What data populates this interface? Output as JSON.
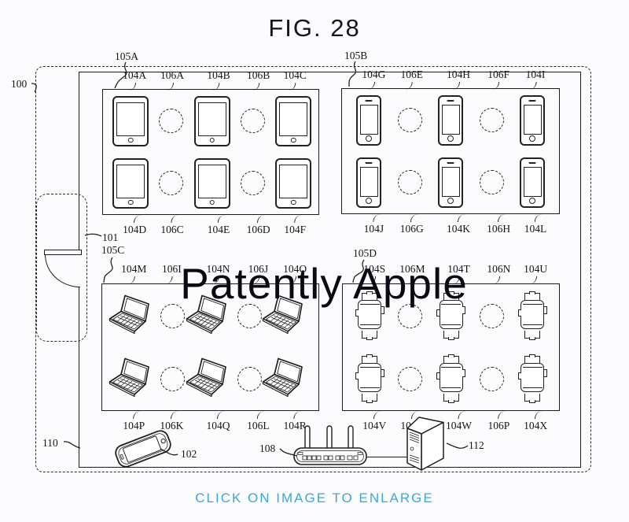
{
  "figure": {
    "title": "FIG. 28"
  },
  "watermark": "Patently Apple",
  "caption": "CLICK ON IMAGE TO ENLARGE",
  "labels": {
    "outer_boundary": "100",
    "door_region": "101",
    "room": "110",
    "companion_phone": "102",
    "router": "108",
    "host_computer": "112"
  },
  "groups": [
    {
      "id": "105A",
      "device": "tablet",
      "top_labels": [
        "104A",
        "106A",
        "104B",
        "106B",
        "104C"
      ],
      "bottom_labels": [
        "104D",
        "106C",
        "104E",
        "106D",
        "104F"
      ]
    },
    {
      "id": "105B",
      "device": "smartphone",
      "top_labels": [
        "104G",
        "106E",
        "104H",
        "106F",
        "104I"
      ],
      "bottom_labels": [
        "104J",
        "106G",
        "104K",
        "106H",
        "104L"
      ]
    },
    {
      "id": "105C",
      "device": "laptop",
      "top_labels": [
        "104M",
        "106I",
        "104N",
        "106J",
        "104O"
      ],
      "bottom_labels": [
        "104P",
        "106K",
        "104Q",
        "106L",
        "104R"
      ]
    },
    {
      "id": "105D",
      "device": "smartwatch",
      "top_labels": [
        "104S",
        "106M",
        "104T",
        "106N",
        "104U"
      ],
      "bottom_labels": [
        "104V",
        "106O",
        "104W",
        "106P",
        "104X"
      ]
    }
  ],
  "colors": {
    "caption": "#3ea6d7",
    "line": "#1c1c1c"
  }
}
